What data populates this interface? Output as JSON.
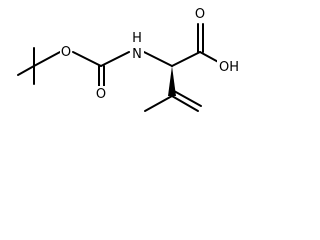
{
  "molecule": {
    "atoms": {
      "o_ether": "O",
      "o_carbonyl": "O",
      "nh": "H",
      "n": "N",
      "o_acid_carbonyl": "O",
      "oh": "OH"
    }
  },
  "colors": {
    "bond": "#000000",
    "text": "#000000",
    "background": "#ffffff"
  }
}
